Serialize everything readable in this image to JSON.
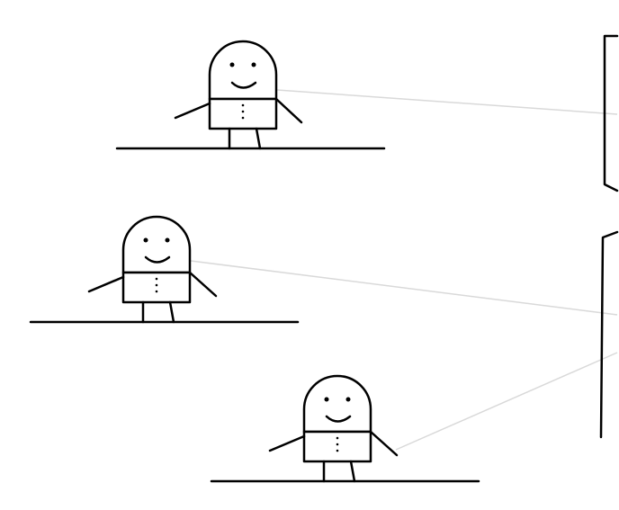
{
  "diagram": {
    "background_color": "#ffffff",
    "ink_color": "#000000",
    "connector_color": "#d9d9d9",
    "figures": [
      {
        "id": "figure-1",
        "icon": "smiling-figure-icon"
      },
      {
        "id": "figure-2",
        "icon": "smiling-figure-icon"
      },
      {
        "id": "figure-3",
        "icon": "smiling-figure-icon"
      }
    ],
    "targets": [
      {
        "id": "bracket-top",
        "icon": "bracket-icon"
      },
      {
        "id": "bracket-bottom",
        "icon": "bracket-icon"
      }
    ],
    "connections": [
      {
        "from": "figure-1",
        "to": "bracket-top"
      },
      {
        "from": "figure-2",
        "to": "bracket-bottom"
      },
      {
        "from": "figure-3",
        "to": "bracket-bottom"
      }
    ]
  }
}
